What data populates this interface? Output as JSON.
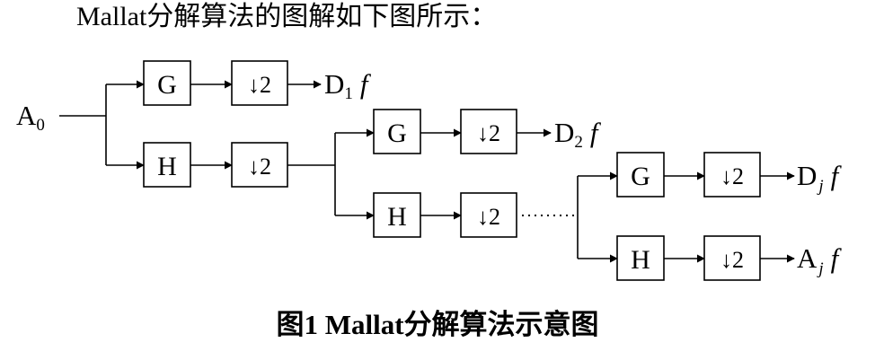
{
  "intro_text": "Mallat分解算法的图解如下图所示：",
  "caption": "图1  Mallat分解算法示意图",
  "input_label": {
    "base": "A",
    "sub": "0"
  },
  "filter_g": "G",
  "filter_h": "H",
  "downsample": "↓2",
  "outputs": {
    "d1": {
      "base": "D",
      "sub": "1",
      "suffix": "f"
    },
    "d2": {
      "base": "D",
      "sub": "2",
      "suffix": "f"
    },
    "dj": {
      "base": "D",
      "sub": "j",
      "suffix": "f"
    },
    "aj": {
      "base": "A",
      "sub": "j",
      "suffix": "f"
    }
  },
  "ellipsis": "……"
}
